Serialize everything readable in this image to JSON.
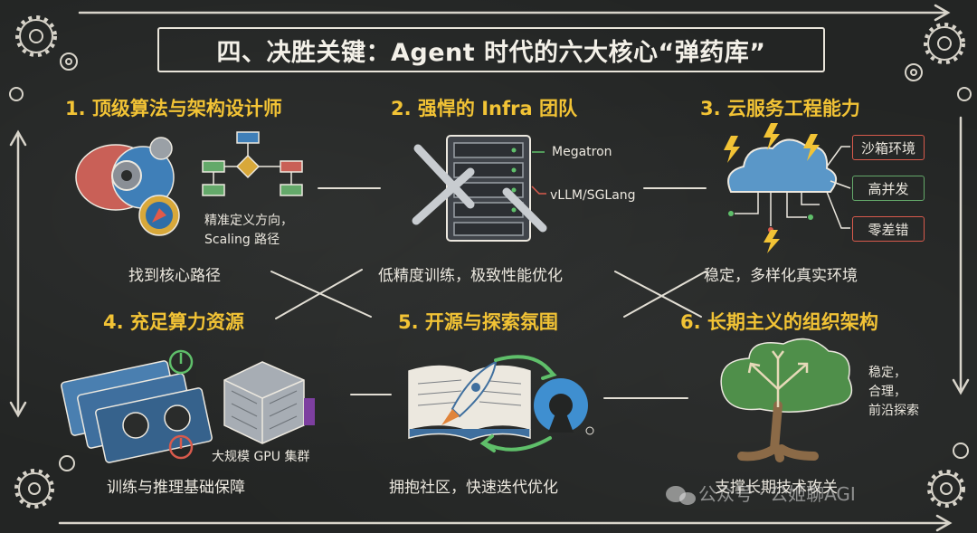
{
  "title": "四、决胜关键：Agent 时代的六大核心“弹药库”",
  "sections": [
    {
      "title": "1. 顶级算法与架构设计师",
      "caption": "找到核心路径",
      "note_lines": [
        "精准定义方向，",
        "Scaling 路径"
      ],
      "icons": [
        "brain-gears-icon",
        "compass-icon",
        "flowchart-icon"
      ]
    },
    {
      "title": "2. 强悍的 Infra 团队",
      "caption": "低精度训练，极致性能优化",
      "labels": [
        "Megatron",
        "vLLM/SGLang"
      ],
      "icons": [
        "server-rack-icon",
        "wrench-icon"
      ]
    },
    {
      "title": "3. 云服务工程能力",
      "caption": "稳定，多样化真实环境",
      "tags": [
        "沙箱环境",
        "高并发",
        "零差错"
      ],
      "icons": [
        "cloud-icon",
        "lightning-icon"
      ]
    },
    {
      "title": "4. 充足算力资源",
      "caption": "训练与推理基础保障",
      "label": "大规模 GPU 集群",
      "icons": [
        "gpu-cards-icon",
        "power-icon",
        "gpu-cluster-icon"
      ]
    },
    {
      "title": "5. 开源与探索氛围",
      "caption": "拥抱社区，快速迭代优化",
      "icons": [
        "open-book-icon",
        "rocket-icon",
        "open-source-logo-icon",
        "cycle-arrows-icon"
      ]
    },
    {
      "title": "6. 长期主义的组织架构",
      "caption": "支撑长期技术攻关",
      "note_lines": [
        "稳定，",
        "合理，",
        "前沿探索"
      ],
      "icons": [
        "tree-icon"
      ]
    }
  ],
  "watermark": "公众号 · 公姬聊AGI",
  "colors": {
    "background": "#232524",
    "accent_yellow": "#f2c335",
    "chalk": "#ece8df",
    "tag_red": "#d85a4c",
    "tag_green": "#64a96a"
  }
}
